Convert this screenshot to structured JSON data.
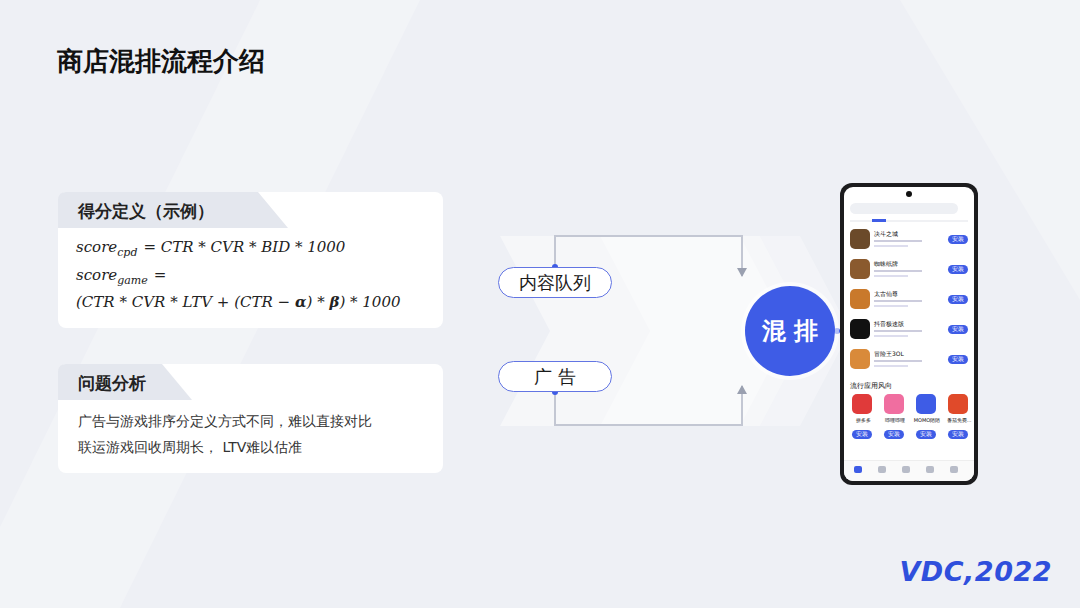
{
  "diagram": {
    "title": "商店混排流程介绍",
    "nodes": [
      {
        "text": [
          "得分定义（示例）",
          "score",
          "cpd",
          "= CTR * CVR * BID * 1000",
          "score",
          "game",
          "=",
          "(CTR * CVR * LTV + (CTR − α) * β) * 1000"
        ]
      },
      {
        "text": [
          "问题分析",
          "广告与游戏排序分定义方式不同，难以直接对比",
          "联运游戏回收周期长， LTV难以估准"
        ]
      },
      {
        "text": [
          "内容队列"
        ]
      },
      {
        "text": [
          "广 告"
        ]
      },
      {
        "text": [
          "混 排"
        ]
      },
      {
        "text": [
          "决斗之城",
          "安装",
          "蜘蛛纸牌",
          "安装",
          "太古仙尊",
          "安装",
          "抖音极速版",
          "安装",
          "冒险王3OL",
          "安装",
          "流行应用风向",
          "拼多多",
          "安装",
          "哔哩哔哩",
          "安装",
          "MOMO陌陌",
          "安装",
          "番茄免费…",
          "安装"
        ]
      }
    ],
    "edges": [
      {
        "from": 2,
        "to": 4,
        "arrow": "to"
      },
      {
        "from": 3,
        "to": 4,
        "arrow": "to"
      },
      {
        "from": 4,
        "to": 5,
        "arrow": "to"
      }
    ],
    "labels": [
      "VDC,2022"
    ]
  }
}
